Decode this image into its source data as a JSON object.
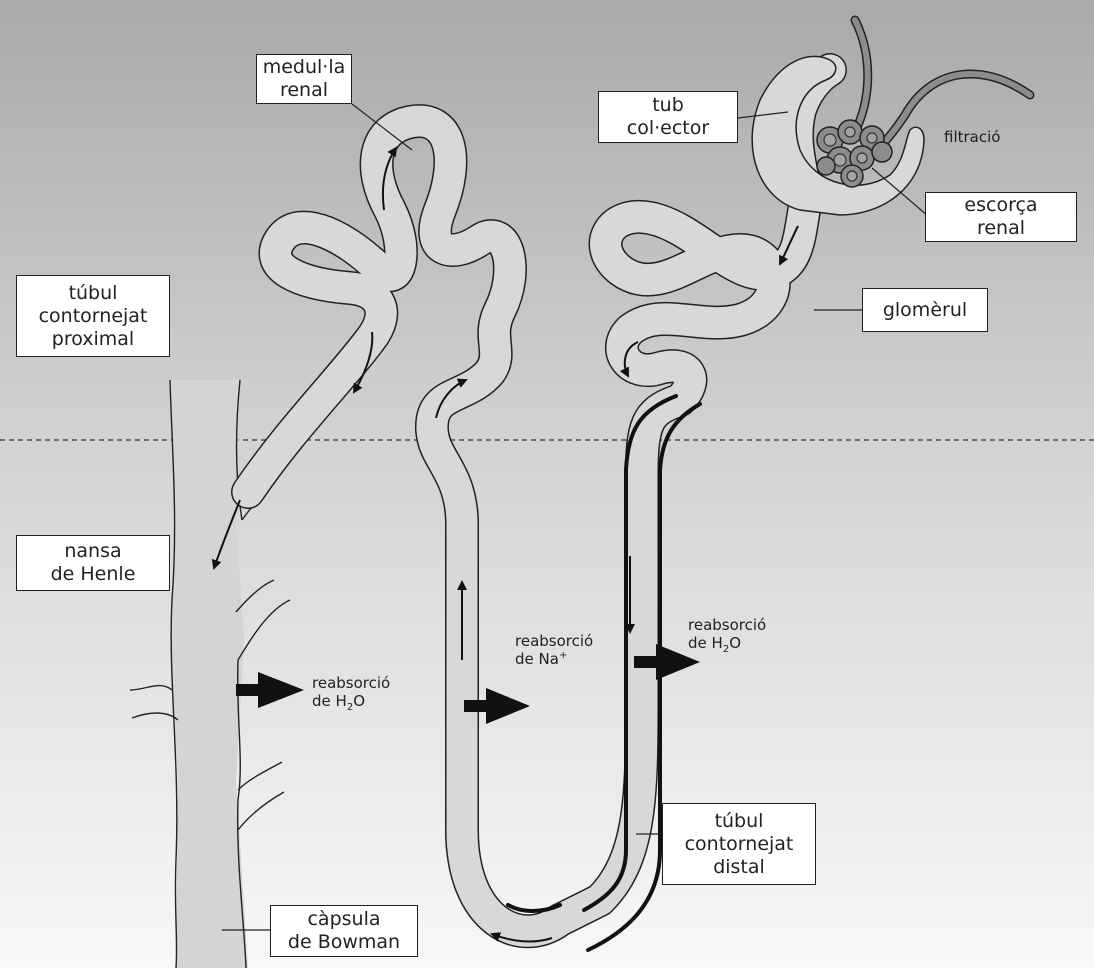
{
  "labels": {
    "medulla_renal": [
      "medul·la",
      "renal"
    ],
    "tub_colector": [
      "tub",
      "col·ector"
    ],
    "filtracio": "filtració",
    "escorca_renal": [
      "escorça",
      "renal"
    ],
    "glomerul": [
      "glomèrul"
    ],
    "tubul_proximal": [
      "túbul",
      "contornejat",
      "proximal"
    ],
    "nansa_henle": [
      "nansa",
      "de Henle"
    ],
    "tubul_distal": [
      "túbul",
      "contornejat",
      "distal"
    ],
    "capsula_bowman": [
      "càpsula",
      "de Bowman"
    ],
    "reabs_h2o_left": {
      "line1": "reabsorció",
      "prefix": "de H",
      "sub": "2",
      "suffix": "O"
    },
    "reabs_na": {
      "line1": "reabsorció",
      "prefix": "de Na",
      "sup": "+"
    },
    "reabs_h2o_right": {
      "line1": "reabsorció",
      "prefix": "de H",
      "sub": "2",
      "suffix": "O"
    }
  },
  "colors": {
    "background_top": "#a9a9a9",
    "background_bottom": "#f7f7f7",
    "tubule_fill": "#d8d8d8",
    "outline": "#222222",
    "duct_fill": "#d4d4d4",
    "glomerulus_vessel": "#8c8c8c"
  }
}
